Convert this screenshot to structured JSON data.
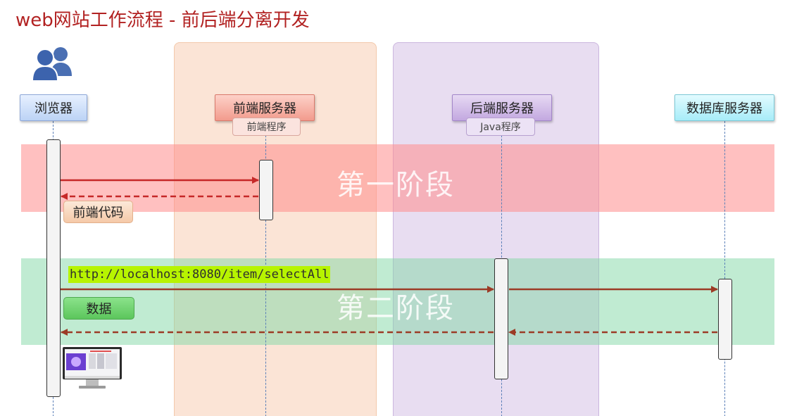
{
  "title": "web网站工作流程 - 前后端分离开发",
  "actors": {
    "browser": "浏览器",
    "frontend": "前端服务器",
    "frontend_sub": "前端程序",
    "backend": "后端服务器",
    "backend_sub": "Java程序",
    "database": "数据库服务器"
  },
  "phases": {
    "phase1": "第一阶段",
    "phase2": "第二阶段"
  },
  "labels": {
    "frontend_code": "前端代码",
    "url": "http://localhost:8080/item/selectAll",
    "data": "数据"
  },
  "colors": {
    "title": "#b22222",
    "arrow_phase1": "#c62828",
    "arrow_phase2": "#9c3b26",
    "band_phase1": "#ff8c8c",
    "band_phase2": "#82d7a5",
    "url_highlight": "#b7f400"
  },
  "icons": [
    "users-icon",
    "monitor-icon"
  ]
}
